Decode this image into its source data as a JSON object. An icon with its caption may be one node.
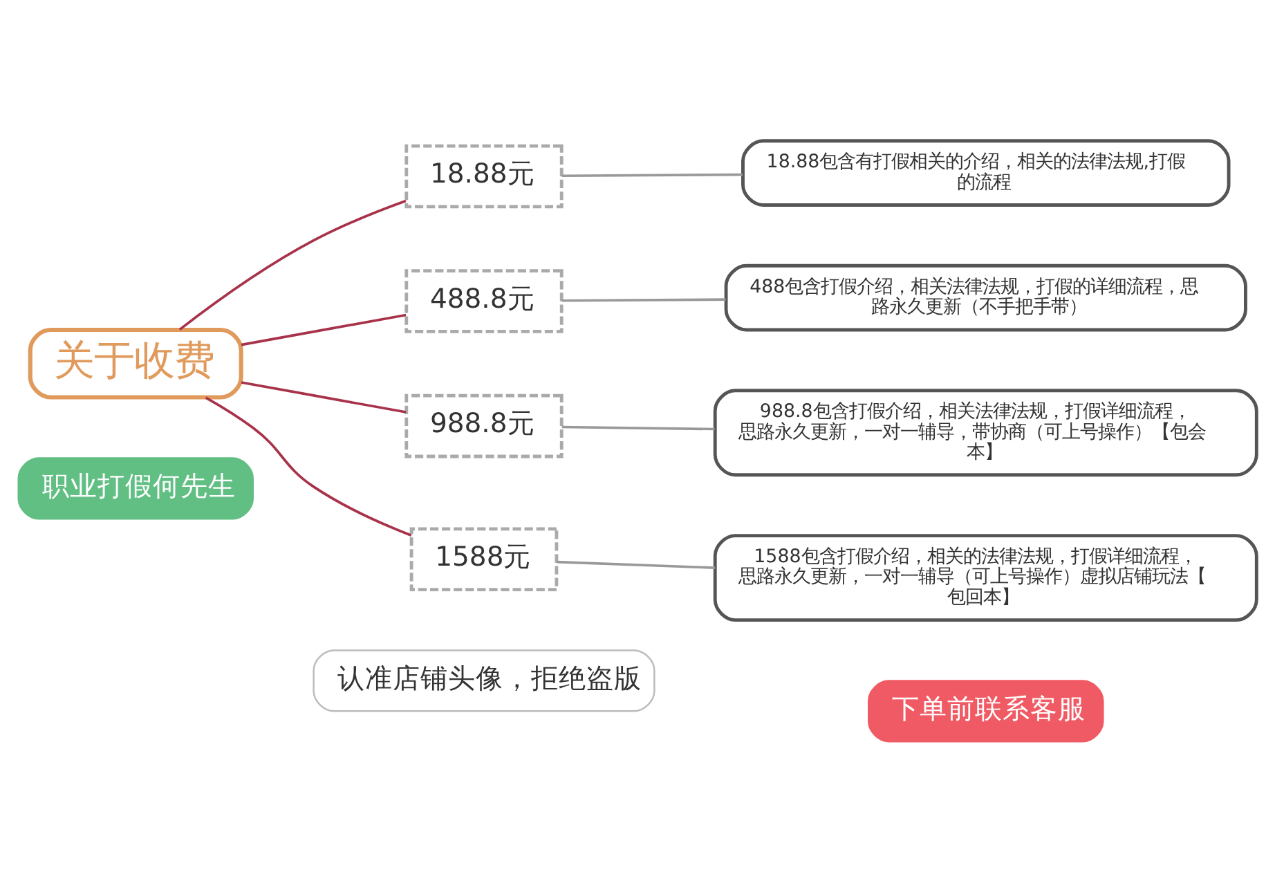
{
  "diagram": {
    "nodes": [
      {
        "text": [
          "职业打假何先生"
        ]
      },
      {
        "text": [
          "认准店铺头像，拒绝盗版"
        ]
      },
      {
        "text": [
          "下单前联系客服"
        ]
      },
      {
        "text": [
          "关于收费"
        ]
      },
      {
        "text": [
          "18.88元"
        ]
      },
      {
        "text": [
          "18.88包含有打假相关的介绍，相关的法律法规,打假的流程"
        ]
      },
      {
        "text": [
          "488.8元"
        ]
      },
      {
        "text": [
          "488包含打假介绍，相关法律法规，打假的详细流程，思路永久更新（不手把手带）"
        ]
      },
      {
        "text": [
          "988.8元"
        ]
      },
      {
        "text": [
          "988.8包含打假介绍，相关法律法规，打假详细流程，思路永久更新，一对一辅导，带协商（可上号操作）【包会本】"
        ]
      },
      {
        "text": [
          "1588元"
        ]
      },
      {
        "text": [
          "1588包含打假介绍，相关的法律法规，打假详细流程，思路永久更新，一对一辅导（可上号操作）虚拟店铺玩法【包回本】"
        ]
      }
    ],
    "edges": [
      {
        "from": 3,
        "to": 4,
        "arrow": "none",
        "color": "#a8324a"
      },
      {
        "from": 3,
        "to": 6,
        "arrow": "none",
        "color": "#a8324a"
      },
      {
        "from": 3,
        "to": 8,
        "arrow": "none",
        "color": "#a8324a"
      },
      {
        "from": 3,
        "to": 10,
        "arrow": "none",
        "color": "#a8324a"
      },
      {
        "from": 4,
        "to": 5,
        "arrow": "none",
        "color": "#999999"
      },
      {
        "from": 6,
        "to": 7,
        "arrow": "none",
        "color": "#999999"
      },
      {
        "from": 8,
        "to": 9,
        "arrow": "none",
        "color": "#999999"
      },
      {
        "from": 10,
        "to": 11,
        "arrow": "none",
        "color": "#999999"
      }
    ]
  }
}
